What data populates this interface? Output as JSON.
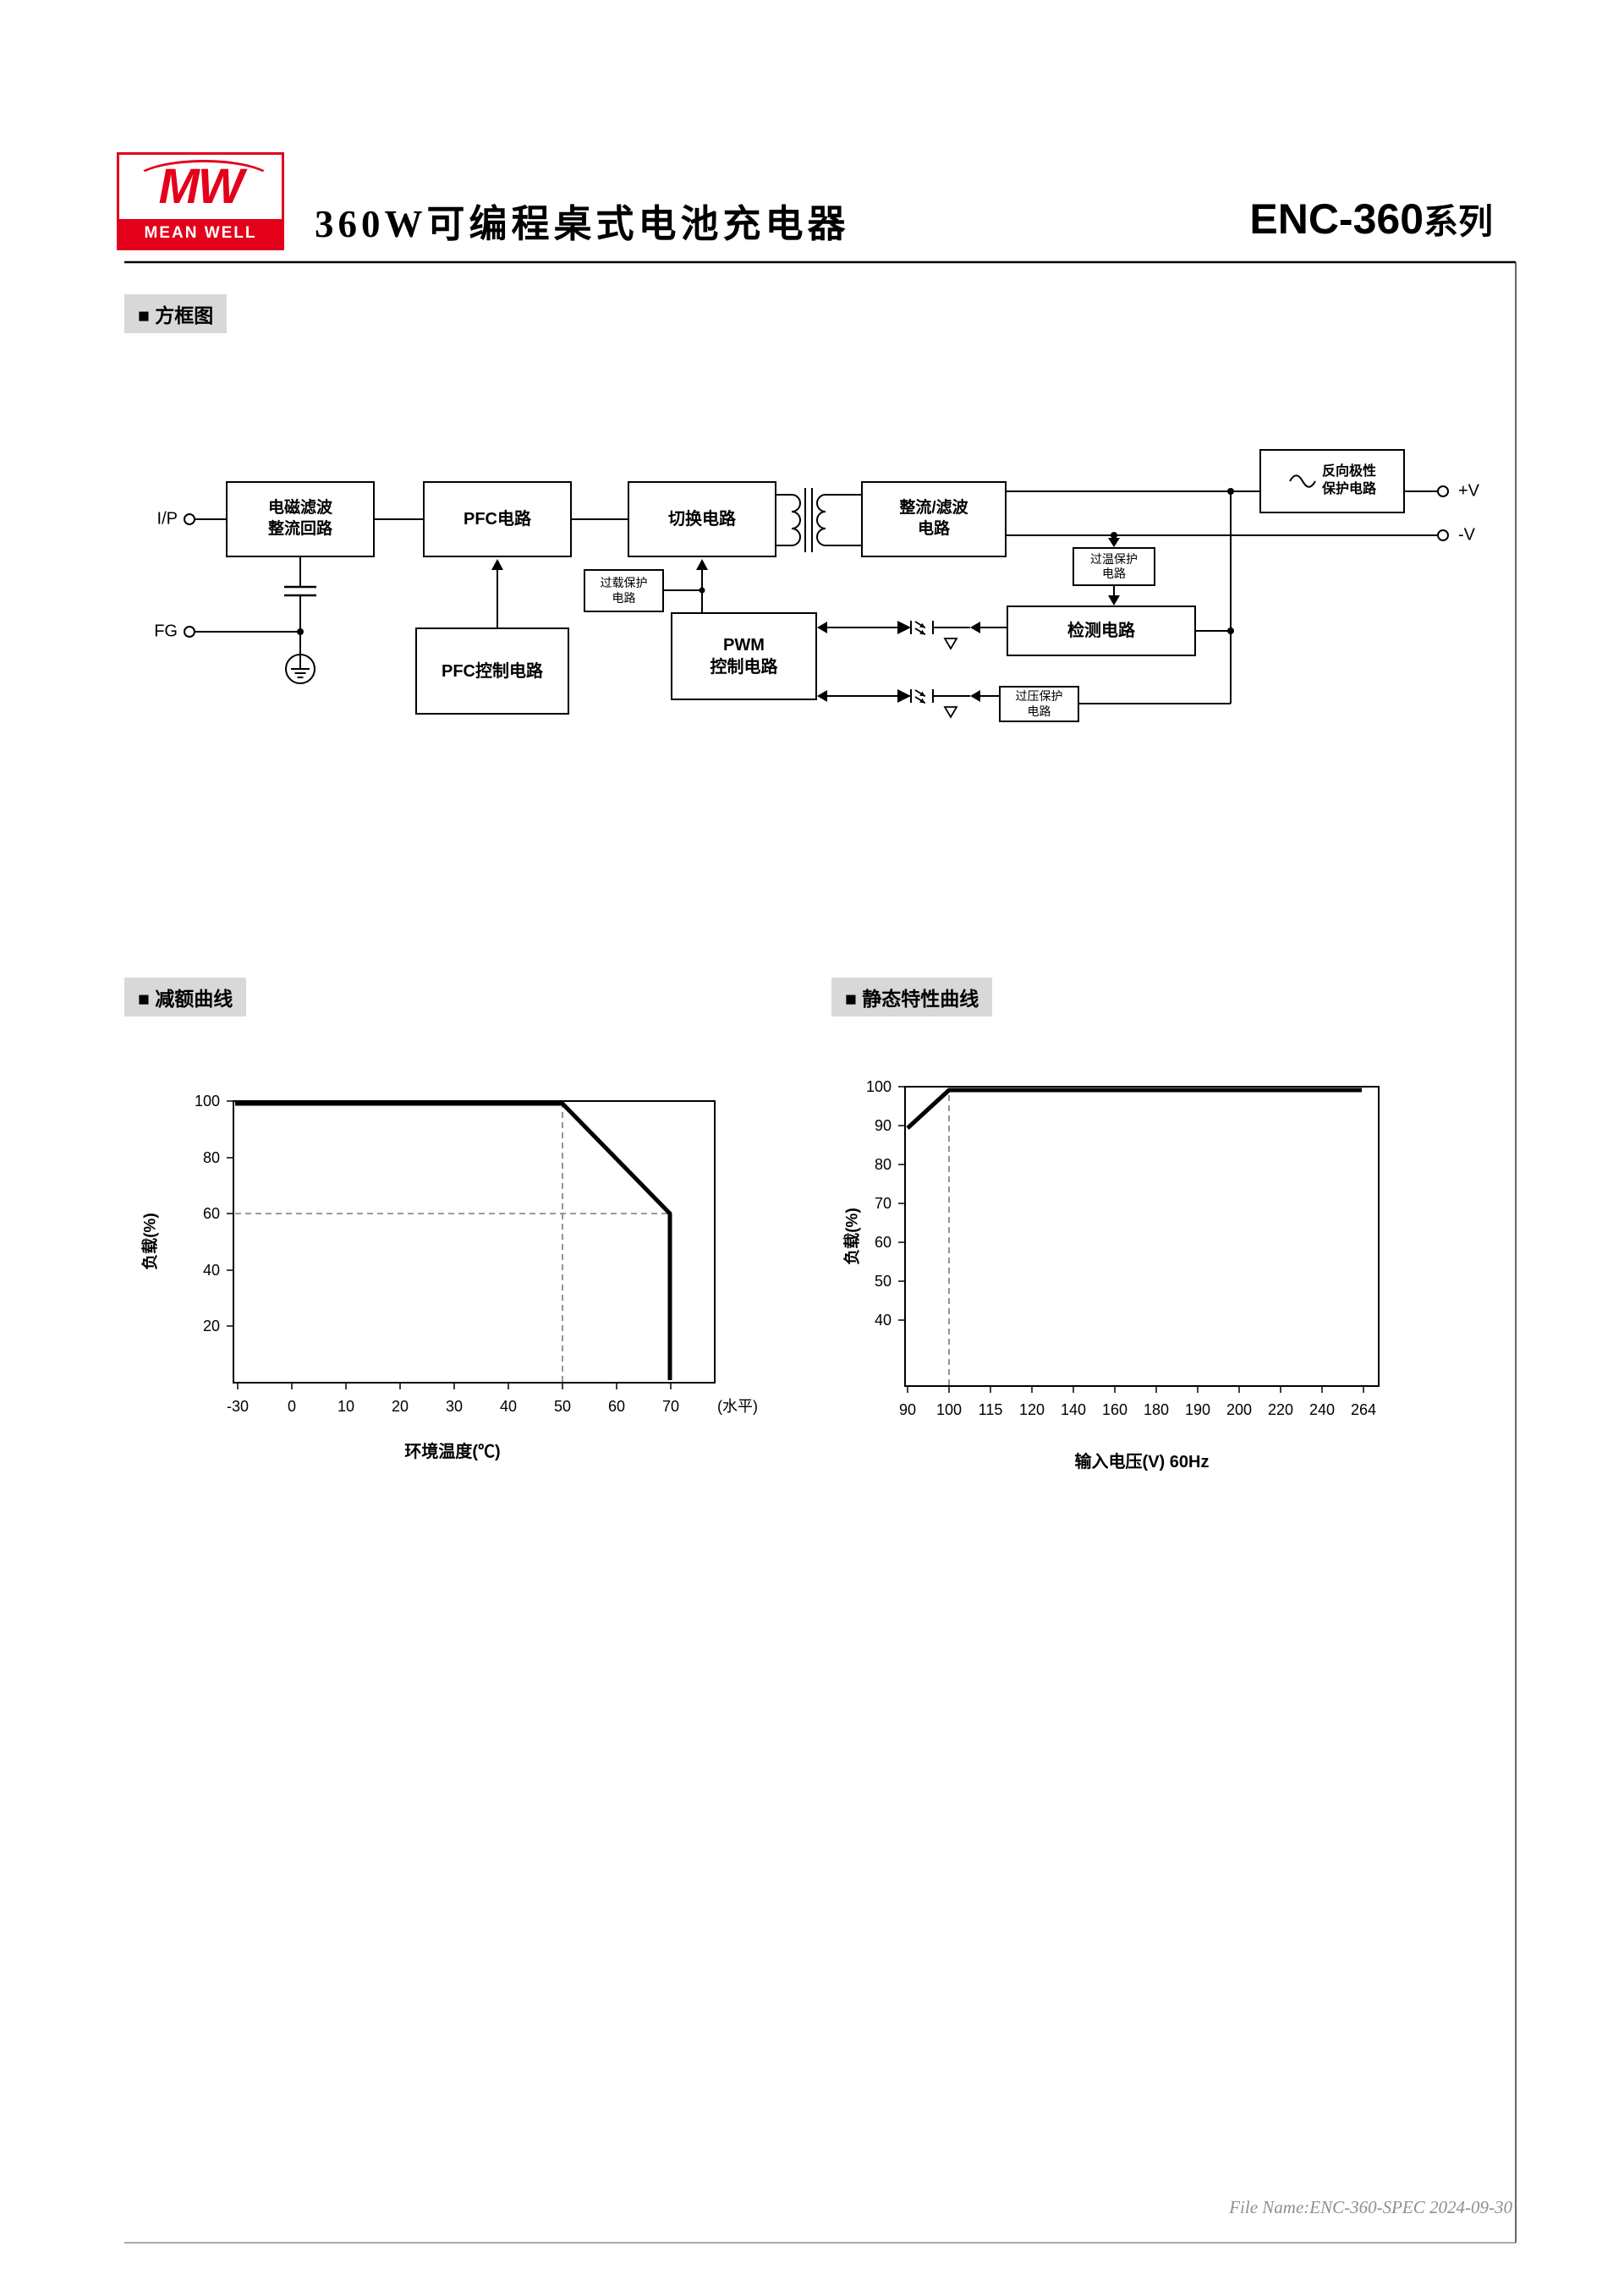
{
  "header": {
    "logo_mw": "MW",
    "logo_brand": "MEAN WELL",
    "title": "360W可编程桌式电池充电器",
    "series_model": "ENC-360",
    "series_suffix": "系列"
  },
  "sections": {
    "block_diagram": "■ 方框图",
    "derating_curve": "■ 减额曲线",
    "static_curve": "■ 静态特性曲线"
  },
  "diagram": {
    "terminals": {
      "ip": "I/P",
      "fg": "FG",
      "vplus": "+V",
      "vminus": "-V"
    },
    "boxes": {
      "emi_line1": "电磁滤波",
      "emi_line2": "整流回路",
      "pfc": "PFC电路",
      "switching": "切换电路",
      "rectifier_line1": "整流/滤波",
      "rectifier_line2": "电路",
      "reverse_line1": "反向极性",
      "reverse_line2": "保护电路",
      "otp_line1": "过温保护",
      "otp_line2": "电路",
      "detection": "检测电路",
      "olp_line1": "过载保护",
      "olp_line2": "电路",
      "pwm_line1": "PWM",
      "pwm_line2": "控制电路",
      "pfc_control": "PFC控制电路",
      "ovp_line1": "过压保护",
      "ovp_line2": "电路"
    }
  },
  "charts": {
    "derating": {
      "ylabel": "负载(%)",
      "xlabel": "环境温度(℃)",
      "x_suffix": "(水平)",
      "yticks": [
        "100",
        "80",
        "60",
        "40",
        "20"
      ],
      "xticks": [
        "-30",
        "0",
        "10",
        "20",
        "30",
        "40",
        "50",
        "60",
        "70"
      ]
    },
    "static": {
      "ylabel": "负载(%)",
      "xlabel": "输入电压(V)",
      "xlabel_suffix": "60Hz",
      "yticks": [
        "100",
        "90",
        "80",
        "70",
        "60",
        "50",
        "40"
      ],
      "xticks": [
        "90",
        "100",
        "115",
        "120",
        "140",
        "160",
        "180",
        "190",
        "200",
        "220",
        "240",
        "264"
      ]
    }
  },
  "chart_data": [
    {
      "type": "line",
      "title": "减额曲线",
      "xlabel": "环境温度(℃)",
      "ylabel": "负载(%)",
      "x_note": "(水平)",
      "xlim": [
        -30,
        75
      ],
      "ylim": [
        0,
        105
      ],
      "xticks": [
        -30,
        0,
        10,
        20,
        30,
        40,
        50,
        60,
        70
      ],
      "yticks": [
        20,
        40,
        60,
        80,
        100
      ],
      "series": [
        {
          "name": "load_vs_ambient_temperature",
          "points": [
            [
              -30,
              100
            ],
            [
              50,
              100
            ],
            [
              70,
              60
            ],
            [
              70,
              0
            ]
          ]
        }
      ],
      "dashed_guides": {
        "vertical_x": 50,
        "horizontal_y": 60
      },
      "grid": false,
      "legend": false
    },
    {
      "type": "line",
      "title": "静态特性曲线",
      "xlabel": "输入电压(V)60Hz",
      "ylabel": "负载(%)",
      "ylim": [
        30,
        105
      ],
      "xticks": [
        90,
        100,
        115,
        120,
        140,
        160,
        180,
        190,
        200,
        220,
        240,
        264
      ],
      "yticks": [
        40,
        50,
        60,
        70,
        80,
        90,
        100
      ],
      "series": [
        {
          "name": "load_vs_input_voltage",
          "points": [
            [
              90,
              90
            ],
            [
              100,
              100
            ],
            [
              264,
              100
            ]
          ]
        }
      ],
      "dashed_guides": {
        "vertical_x": 100
      },
      "grid": false,
      "legend": false
    }
  ],
  "footer": {
    "file_name": "File Name:ENC-360-SPEC 2024-09-30"
  }
}
